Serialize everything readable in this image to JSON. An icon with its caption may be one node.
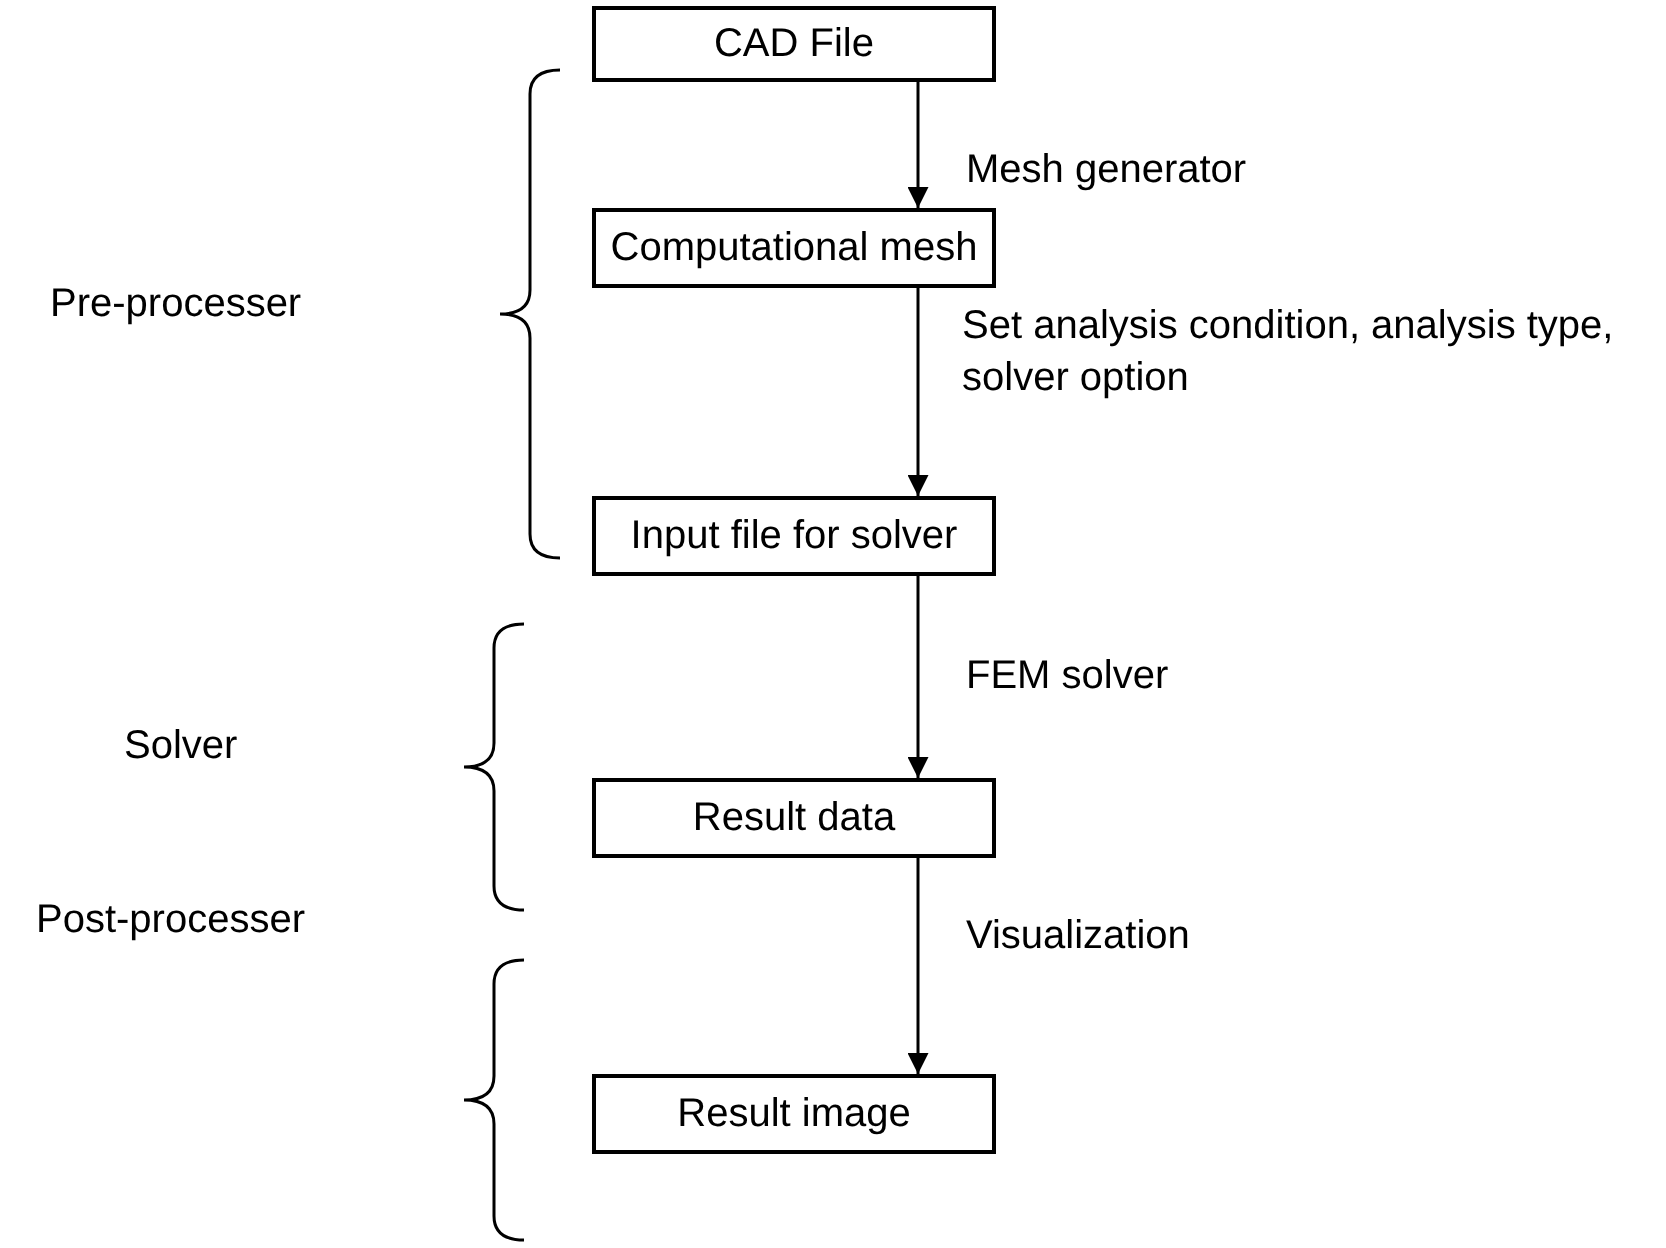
{
  "diagram": {
    "nodes": [
      {
        "text": [
          "CAD File"
        ]
      },
      {
        "text": [
          "Computational mesh"
        ]
      },
      {
        "text": [
          "Input file for solver"
        ]
      },
      {
        "text": [
          "Result data"
        ]
      },
      {
        "text": [
          "Result image"
        ]
      }
    ],
    "edges": [
      {
        "from": 0,
        "to": 1,
        "arrow": "to",
        "label": "Mesh generator"
      },
      {
        "from": 1,
        "to": 2,
        "arrow": "to",
        "label": "Set analysis condition, analysis type, solver option"
      },
      {
        "from": 2,
        "to": 3,
        "arrow": "to",
        "label": "FEM solver"
      },
      {
        "from": 3,
        "to": 4,
        "arrow": "to",
        "label": "Visualization"
      }
    ],
    "labels": [
      "Pre-processer",
      "Solver",
      "Post-processer"
    ]
  }
}
